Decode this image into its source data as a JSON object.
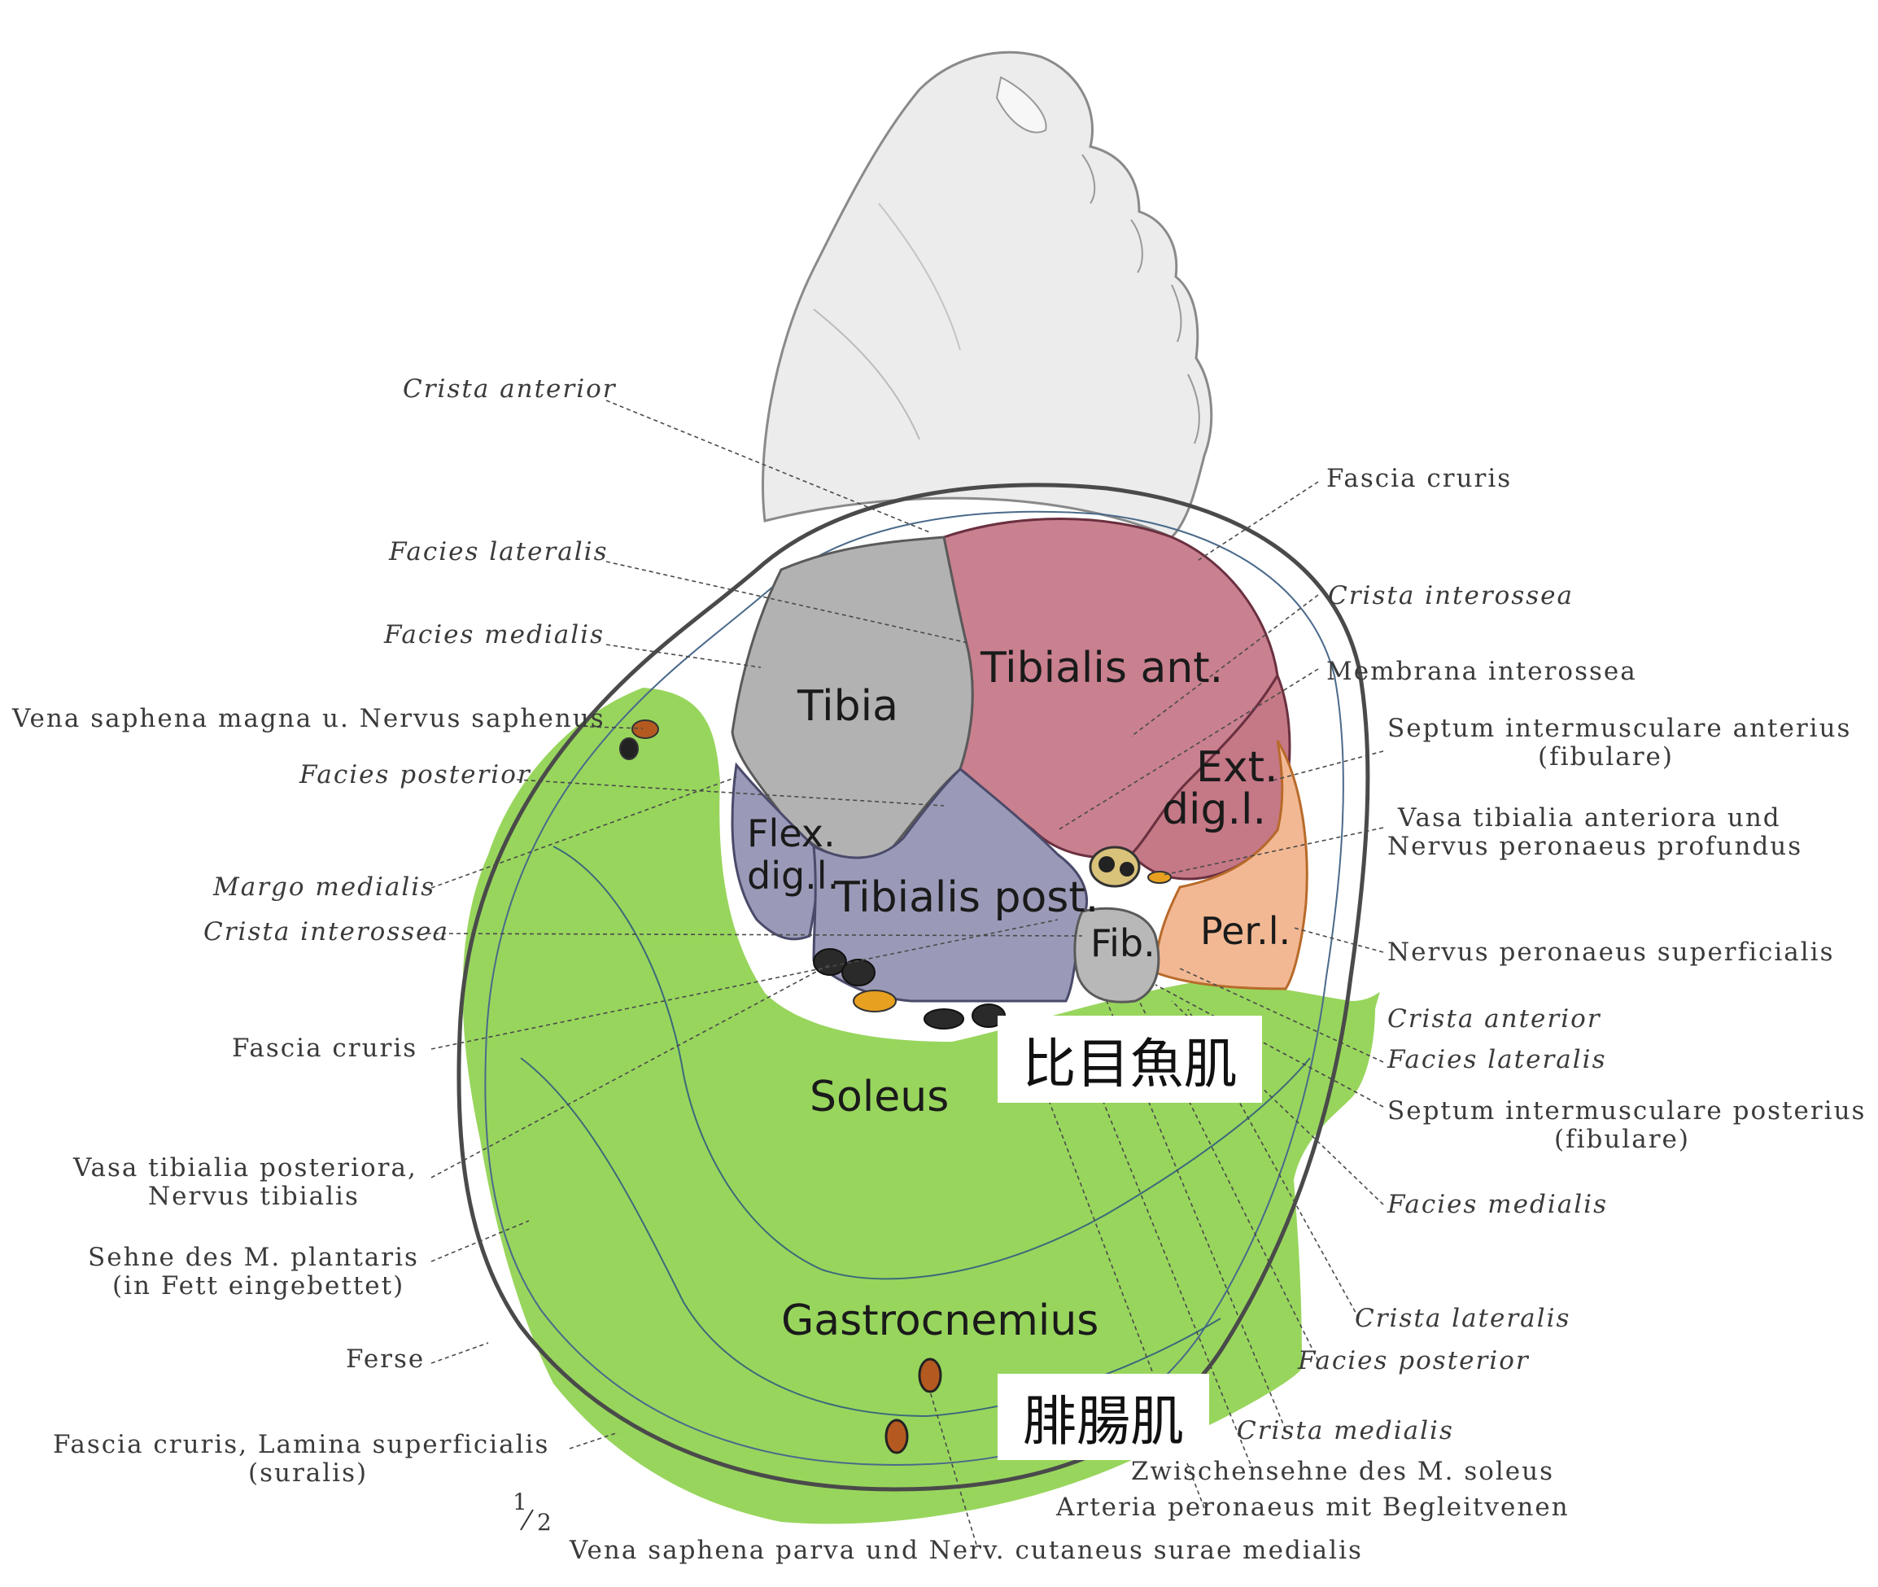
{
  "colors": {
    "soleus_overlay": "#8fd14f",
    "tibialis_ant": "#c9808f",
    "ext_dig": "#c9808f",
    "peroneus": "#f2b893",
    "posterior_deep": "#9a9ab8",
    "bone": "#b2b2b2",
    "skin": "#eeeeee"
  },
  "muscles": {
    "tibia": "Tibia",
    "tibialis_ant": "Tibialis ant.",
    "ext_dig_1": "Ext.",
    "ext_dig_2": "dig.l.",
    "flex_dig_1": "Flex.",
    "flex_dig_2": "dig.l.",
    "tibialis_post": "Tibialis post.",
    "fib": "Fib.",
    "per": "Per.l.",
    "soleus": "Soleus",
    "gastrocnemius": "Gastrocnemius"
  },
  "left_labels": {
    "crista_anterior": "Crista anterior",
    "facies_lateralis": "Facies lateralis",
    "facies_medialis": "Facies medialis",
    "vena_saphena": "Vena saphena magna u. Nervus saphenus",
    "facies_posterior": "Facies posterior",
    "margo_medialis": "Margo medialis",
    "crista_interossea": "Crista interossea",
    "fascia_cruris": "Fascia cruris",
    "vasa_post_1": "Vasa tibialia posteriora,",
    "vasa_post_2": "Nervus tibialis",
    "sehne_1": "Sehne des M. plantaris",
    "sehne_2": "(in Fett eingebettet)",
    "ferse": "Ferse",
    "lamina_1": "Fascia cruris, Lamina superficialis",
    "lamina_2": "(suralis)"
  },
  "right_labels": {
    "fascia_cruris": "Fascia cruris",
    "crista_interossea": "Crista interossea",
    "membrana": "Membrana interossea",
    "septum_ant_1": "Septum intermusculare anterius",
    "septum_ant_2": "(fibulare)",
    "vasa_ant_1": "Vasa tibialia anteriora und",
    "vasa_ant_2": "Nervus peronaeus profundus",
    "n_per_sup": "Nervus peronaeus superficialis",
    "crista_anterior": "Crista anterior",
    "facies_lateralis": "Facies lateralis",
    "septum_post_1": "Septum intermusculare posterius",
    "septum_post_2": "(fibulare)",
    "facies_medialis": "Facies medialis",
    "crista_lateralis": "Crista lateralis",
    "facies_posterior": "Facies posterior",
    "crista_medialis": "Crista medialis",
    "zwischensehne": "Zwischensehne des M. soleus",
    "arteria": "Arteria peronaeus mit Begleitvenen"
  },
  "bottom_labels": {
    "scale_num": "1",
    "scale_den": "2",
    "vena_parva": "Vena saphena parva und Nerv. cutaneus surae medialis"
  },
  "japanese_labels": {
    "soleus_jp": "比目魚肌",
    "gastrocnemius_jp": "腓腸肌"
  }
}
